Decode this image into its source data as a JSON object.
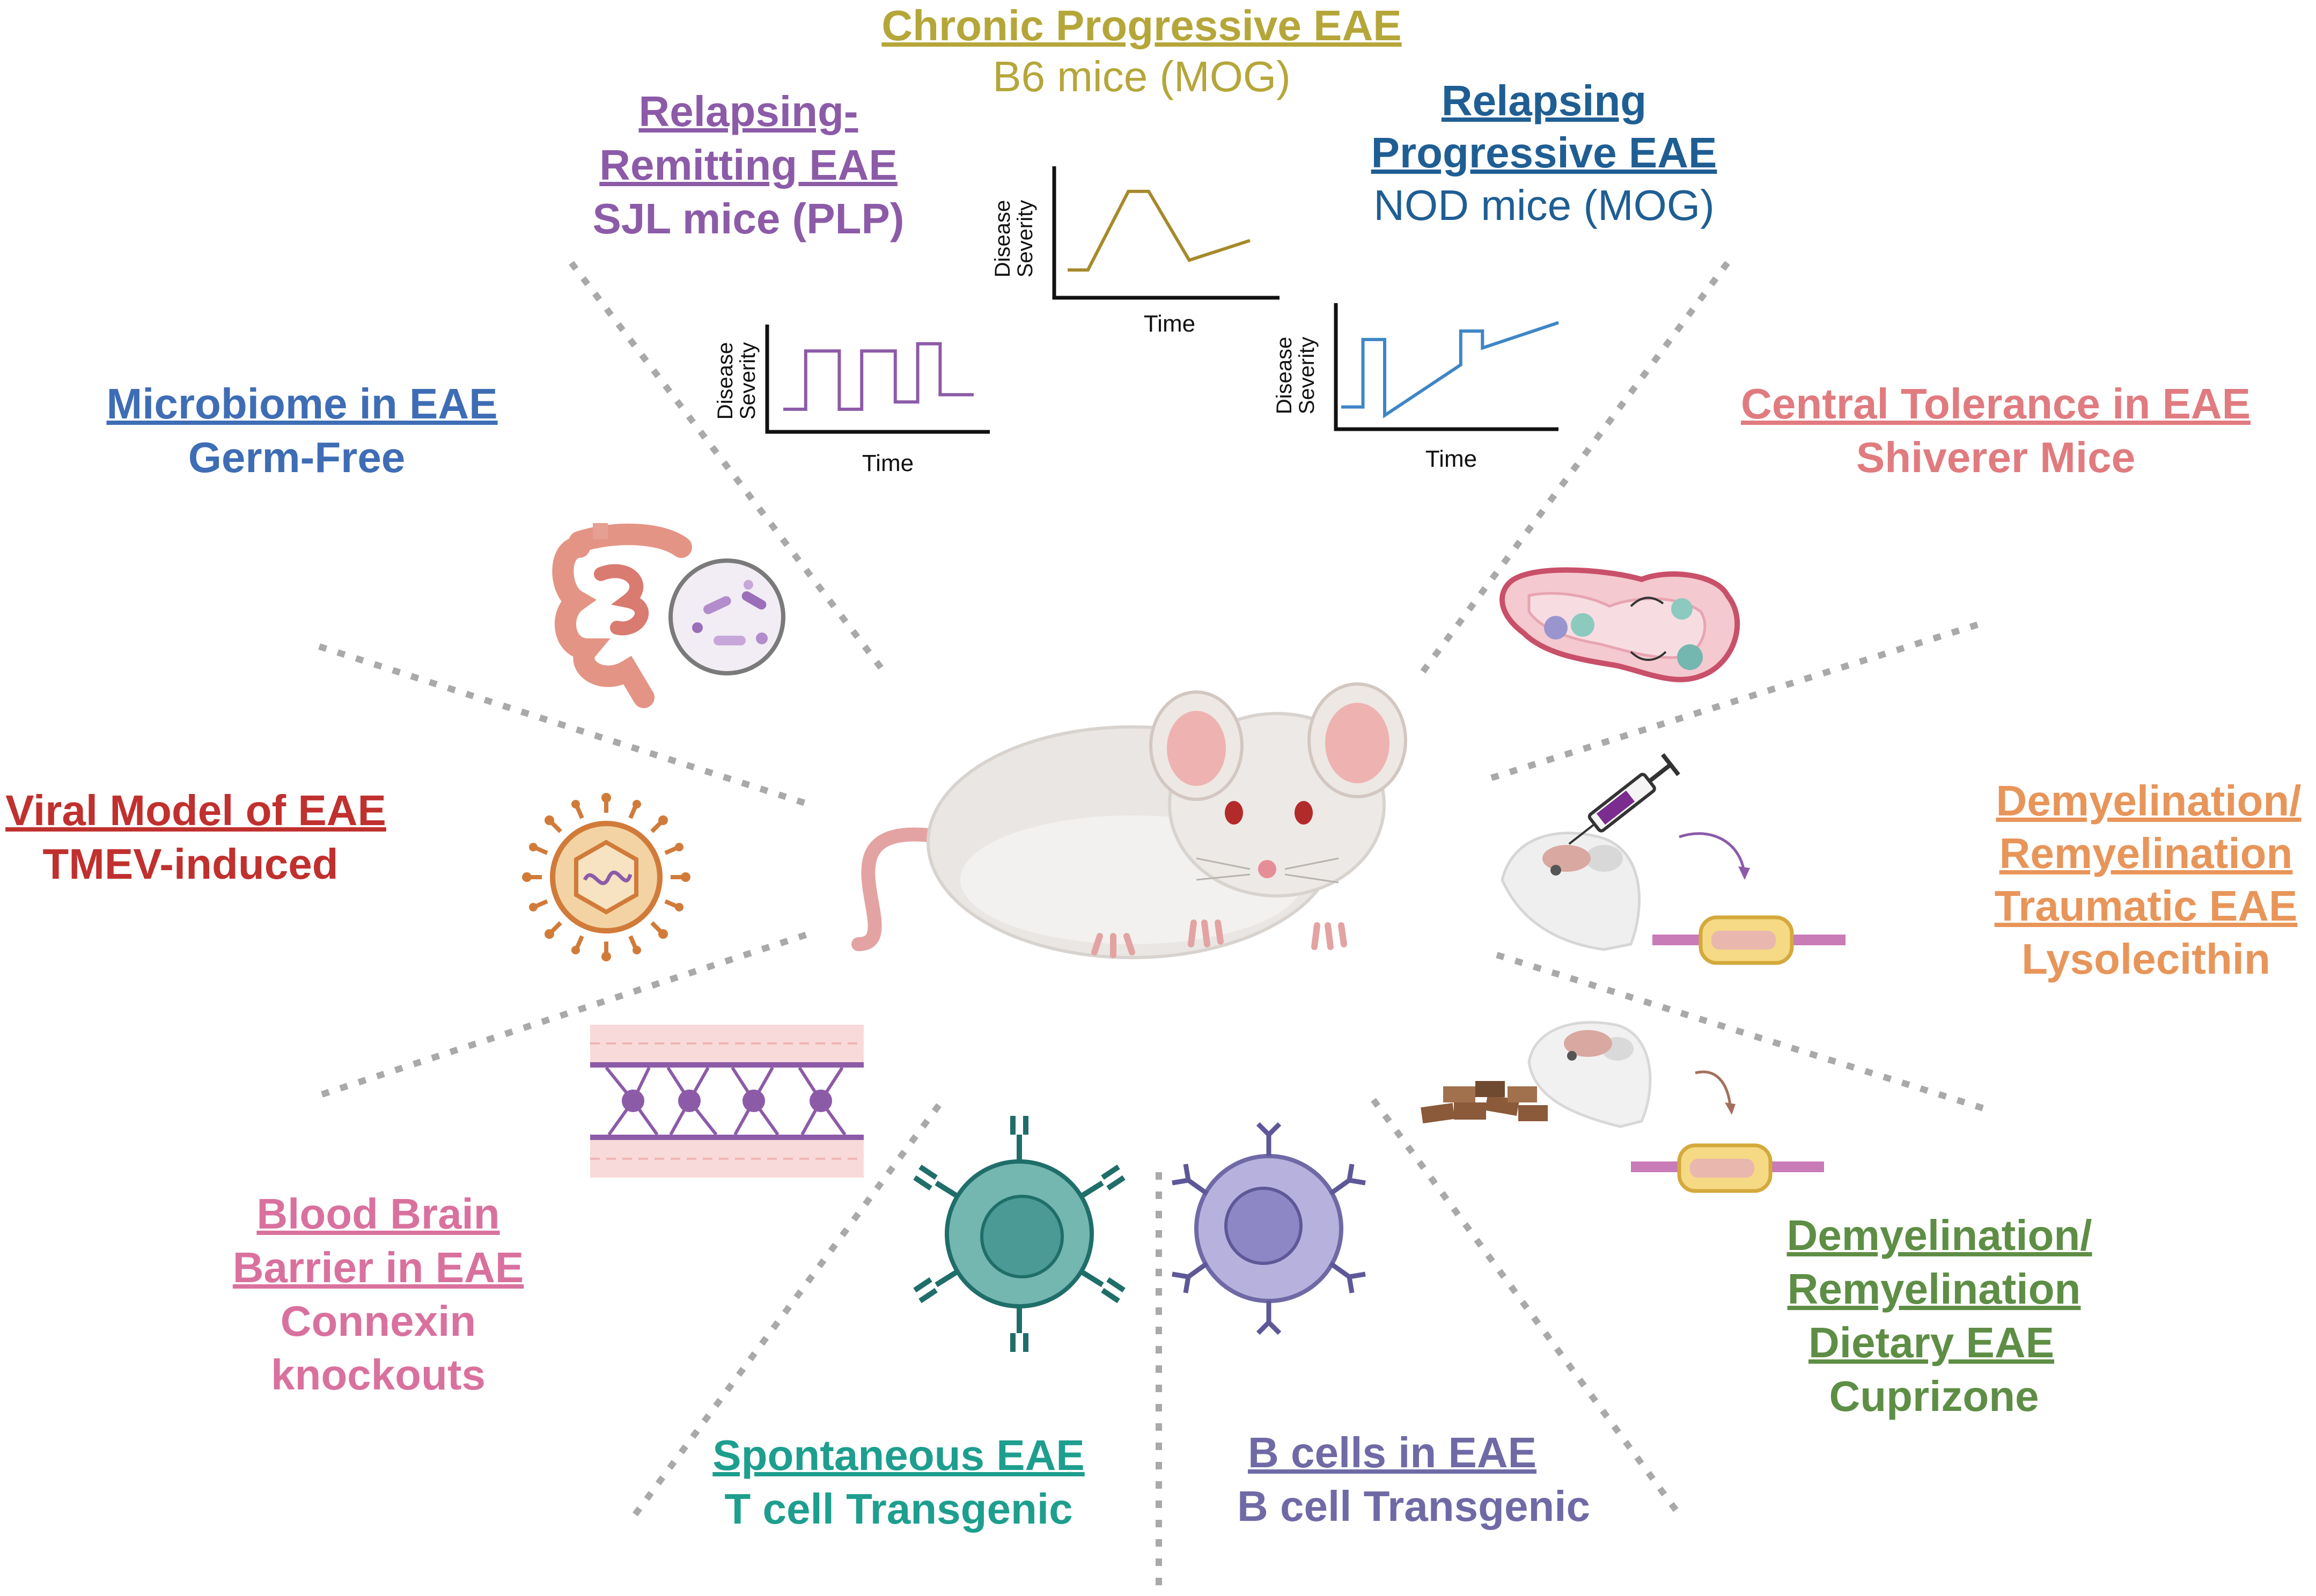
{
  "colors": {
    "olive": "#B5A63A",
    "purple": "#8C5BA8",
    "navy": "#1F5E93",
    "blue": "#3E6DB5",
    "salmon": "#E07B7F",
    "red": "#C0302E",
    "orange": "#E8955A",
    "pink": "#D9719E",
    "green": "#5E8E45",
    "teal": "#1E9E8E",
    "lavender": "#6F6AA6",
    "divider": "#A9A9A9"
  },
  "labels": {
    "chronic": {
      "title": "Chronic Progressive EAE",
      "sub": "B6 mice (MOG)"
    },
    "relapsing_remitting": {
      "title1": "Relapsing-",
      "title2": "Remitting EAE",
      "sub": "SJL mice  (PLP)"
    },
    "relapsing_progressive": {
      "title1": "Relapsing",
      "title2": "Progressive EAE",
      "sub": "NOD mice (MOG)"
    },
    "microbiome": {
      "title": "Microbiome in EAE",
      "sub": "Germ-Free"
    },
    "central_tolerance": {
      "title": "Central Tolerance in EAE",
      "sub": "Shiverer Mice"
    },
    "viral": {
      "title": "Viral Model of EAE",
      "sub": "TMEV-induced"
    },
    "traumatic": {
      "title1": "Demyelination/",
      "title2": "Remyelination",
      "title3": "Traumatic EAE",
      "sub": "Lysolecithin"
    },
    "bbb": {
      "title1": "Blood Brain",
      "title2": "Barrier in EAE",
      "sub1": "Connexin",
      "sub2": "knockouts"
    },
    "dietary": {
      "title1": "Demyelination/",
      "title2": "Remyelination",
      "title3": "Dietary EAE",
      "sub": "Cuprizone"
    },
    "spontaneous": {
      "title": "Spontaneous EAE",
      "sub": "T cell Transgenic"
    },
    "bcells": {
      "title": "B cells in EAE",
      "sub": "B cell Transgenic"
    }
  },
  "chart_data": [
    {
      "type": "line",
      "xlabel": "Time",
      "ylabel": "Disease Severity",
      "color": "#8C5BA8",
      "x": [
        0,
        1,
        1,
        2.5,
        2.5,
        3.5,
        3.5,
        5,
        5,
        6,
        6,
        7,
        7,
        8.5
      ],
      "y": [
        1,
        1,
        5,
        5,
        1,
        1,
        5,
        5,
        1.5,
        1.5,
        5.5,
        5.5,
        2,
        2
      ]
    },
    {
      "type": "line",
      "xlabel": "Time",
      "ylabel": "Disease Severity",
      "color": "#A58A2A",
      "x": [
        0,
        1,
        3,
        4,
        6,
        9
      ],
      "y": [
        1,
        1,
        5,
        5,
        1.5,
        2.5
      ]
    },
    {
      "type": "line",
      "xlabel": "Time",
      "ylabel": "Disease Severity",
      "color": "#3E86C6",
      "x": [
        0,
        1,
        1,
        2,
        2,
        5.5,
        5.5,
        6.5,
        6.5,
        10
      ],
      "y": [
        1,
        1,
        5,
        5,
        0.5,
        3.5,
        5.5,
        5.5,
        4.5,
        6
      ]
    }
  ]
}
